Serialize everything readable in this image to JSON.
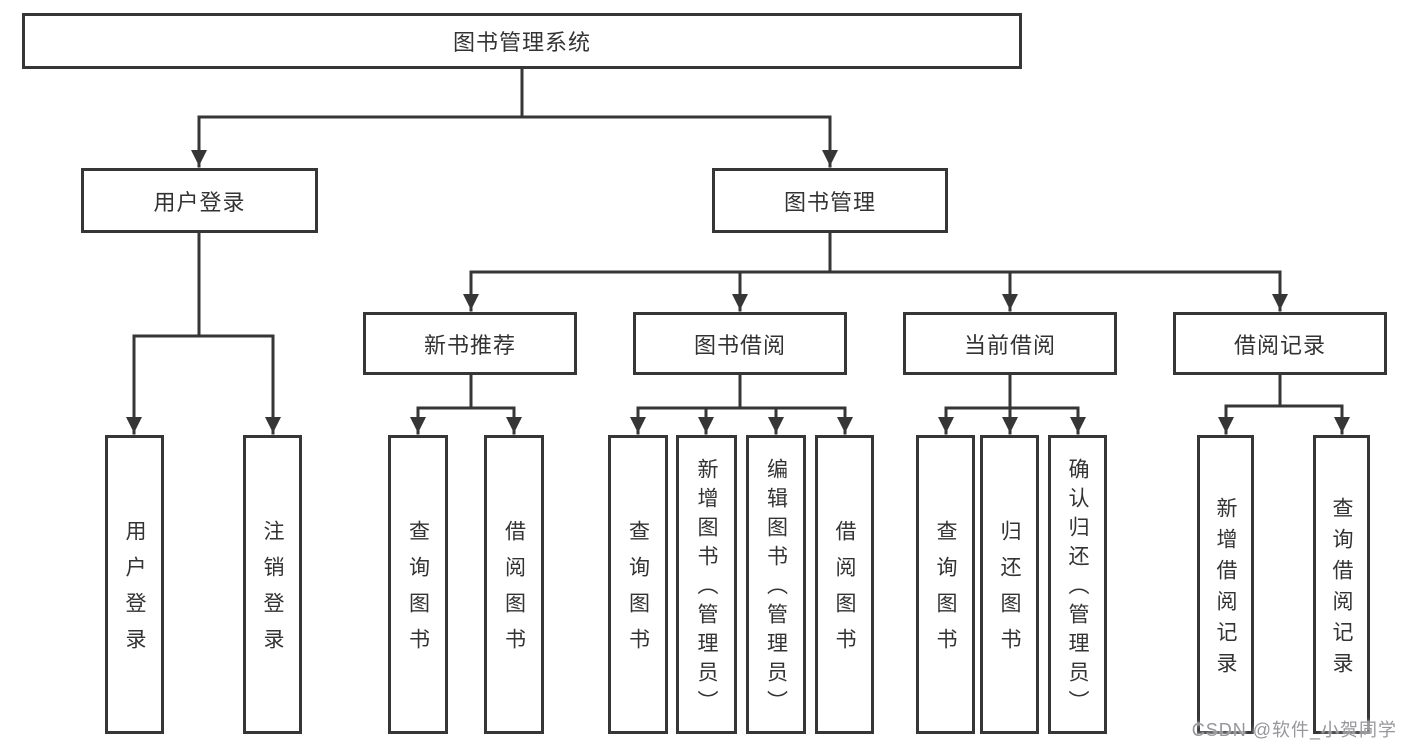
{
  "diagram": {
    "root": {
      "label": "图书管理系统"
    },
    "branches": [
      {
        "label": "用户登录",
        "children": [
          {
            "label": "用户登录"
          },
          {
            "label": "注销登录"
          }
        ]
      },
      {
        "label": "图书管理",
        "children": [
          {
            "label": "新书推荐",
            "children": [
              {
                "label": "查询图书"
              },
              {
                "label": "借阅图书"
              }
            ]
          },
          {
            "label": "图书借阅",
            "children": [
              {
                "label": "查询图书"
              },
              {
                "label": "新增图书（管理员）"
              },
              {
                "label": "编辑图书（管理员）"
              },
              {
                "label": "借阅图书"
              }
            ]
          },
          {
            "label": "当前借阅",
            "children": [
              {
                "label": "查询图书"
              },
              {
                "label": "归还图书"
              },
              {
                "label": "确认归还（管理员）"
              }
            ]
          },
          {
            "label": "借阅记录",
            "children": [
              {
                "label": "新增借阅记录"
              },
              {
                "label": "查询借阅记录"
              }
            ]
          }
        ]
      }
    ]
  },
  "watermark": {
    "text": "CSDN @软件_小贺同学"
  },
  "colors": {
    "line": "#363636",
    "text": "#333333",
    "background": "#ffffff",
    "watermark": "#96969c"
  }
}
